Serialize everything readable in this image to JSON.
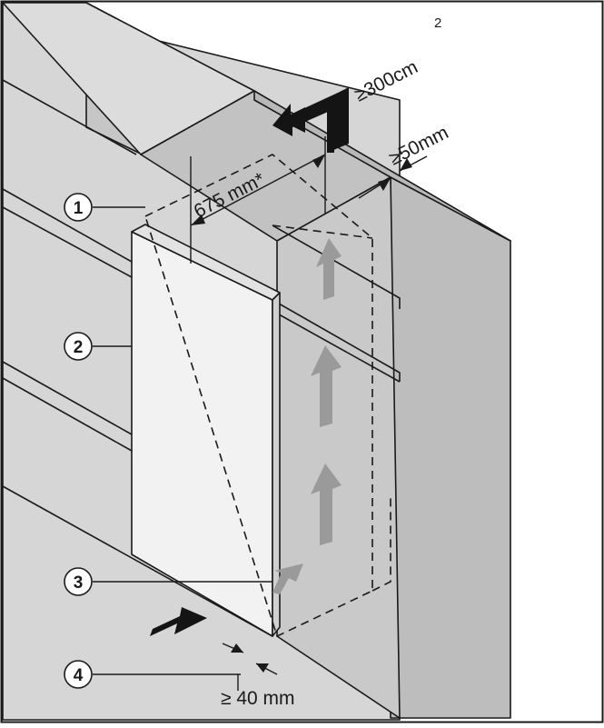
{
  "callouts": [
    {
      "number": "1",
      "meaning": "ventilation-gap-top"
    },
    {
      "number": "2",
      "meaning": "appliance-door"
    },
    {
      "number": "3",
      "meaning": "air-intake"
    },
    {
      "number": "4",
      "meaning": "ventilation-gap-bottom"
    }
  ],
  "dimensions": {
    "vent_area_prefix": "≥300cm",
    "vent_area_exponent": "2",
    "top_gap": "≥50mm",
    "depth": "675 mm*",
    "bottom_gap": "≥ 40 mm"
  },
  "colors": {
    "line": "#1a1a1a",
    "cabinet_fill": "#cfcfcf",
    "cabinet_dark": "#b4b4b4",
    "door_fill": "#f2f2f2",
    "airflow_arrow": "#9a9a9a",
    "direction_arrow": "#141414"
  }
}
